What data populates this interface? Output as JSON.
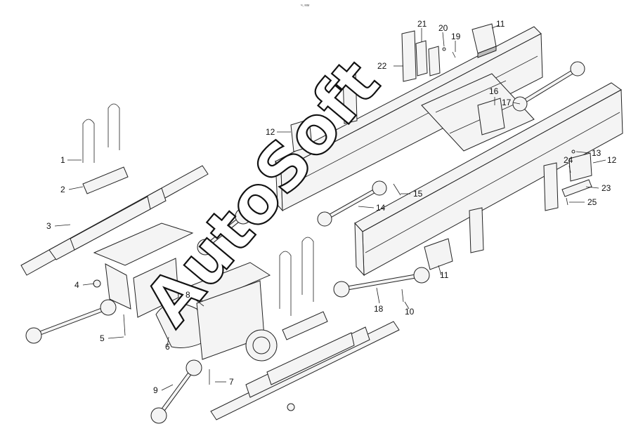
{
  "header_mark": "ч, мм",
  "watermark": "AutoSoft",
  "callouts": [
    "1",
    "2",
    "3",
    "4",
    "5",
    "6",
    "7",
    "8",
    "9",
    "10",
    "11",
    "11",
    "12",
    "12",
    "13",
    "14",
    "15",
    "16",
    "17",
    "18",
    "19",
    "20",
    "21",
    "22",
    "23",
    "24",
    "25"
  ]
}
